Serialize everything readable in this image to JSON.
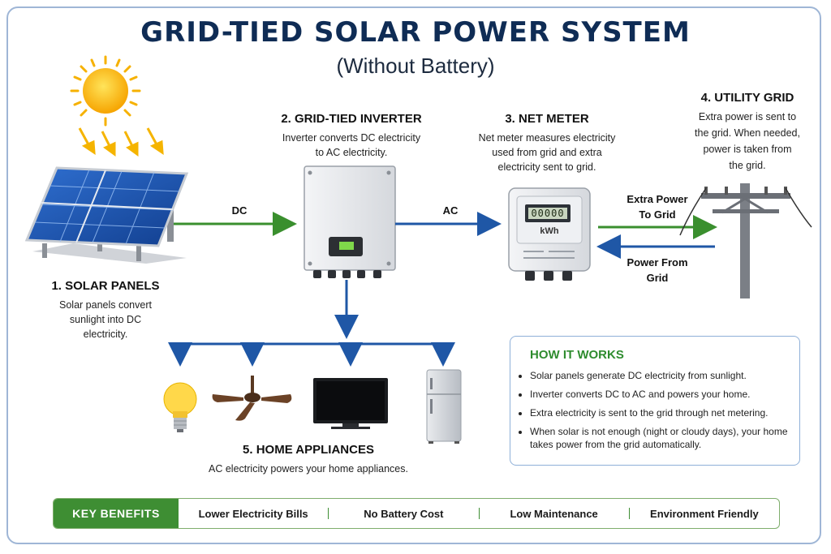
{
  "title": "GRID-TIED SOLAR POWER SYSTEM",
  "subtitle": "(Without Battery)",
  "components": {
    "solar": {
      "heading": "1. SOLAR PANELS",
      "lines": [
        "Solar panels convert",
        "sunlight into DC",
        "electricity."
      ]
    },
    "inverter": {
      "heading": "2. GRID-TIED INVERTER",
      "lines": [
        "Inverter converts DC electricity",
        "to AC electricity."
      ]
    },
    "meter": {
      "heading": "3. NET METER",
      "lines": [
        "Net meter measures electricity",
        "used from grid and extra",
        "electricity sent to grid."
      ],
      "display": "00000",
      "unit": "kWh"
    },
    "grid": {
      "heading": "4. UTILITY GRID",
      "lines": [
        "Extra power is sent to",
        "the grid. When needed,",
        "power is taken from",
        "the grid."
      ]
    },
    "appliances": {
      "heading": "5. HOME APPLIANCES",
      "lines": [
        "AC electricity powers your home appliances."
      ]
    }
  },
  "flows": {
    "dc": "DC",
    "ac": "AC",
    "to_grid": [
      "Extra Power",
      "To Grid"
    ],
    "from_grid": [
      "Power From",
      "Grid"
    ]
  },
  "how_it_works": {
    "title": "HOW IT WORKS",
    "items": [
      "Solar panels generate DC electricity from sunlight.",
      "Inverter converts DC to AC and powers your home.",
      "Extra electricity is sent to the grid through net metering.",
      "When solar is not enough (night or cloudy days), your home takes power from the grid automatically."
    ]
  },
  "benefits": {
    "label": "KEY BENEFITS",
    "items": [
      "Lower Electricity Bills",
      "No Battery Cost",
      "Low Maintenance",
      "Environment Friendly"
    ]
  },
  "colors": {
    "dc_flow": "#3a8f2e",
    "ac_flow": "#1f57a6",
    "title": "#0f2c55",
    "accent_green": "#3e8e33"
  }
}
